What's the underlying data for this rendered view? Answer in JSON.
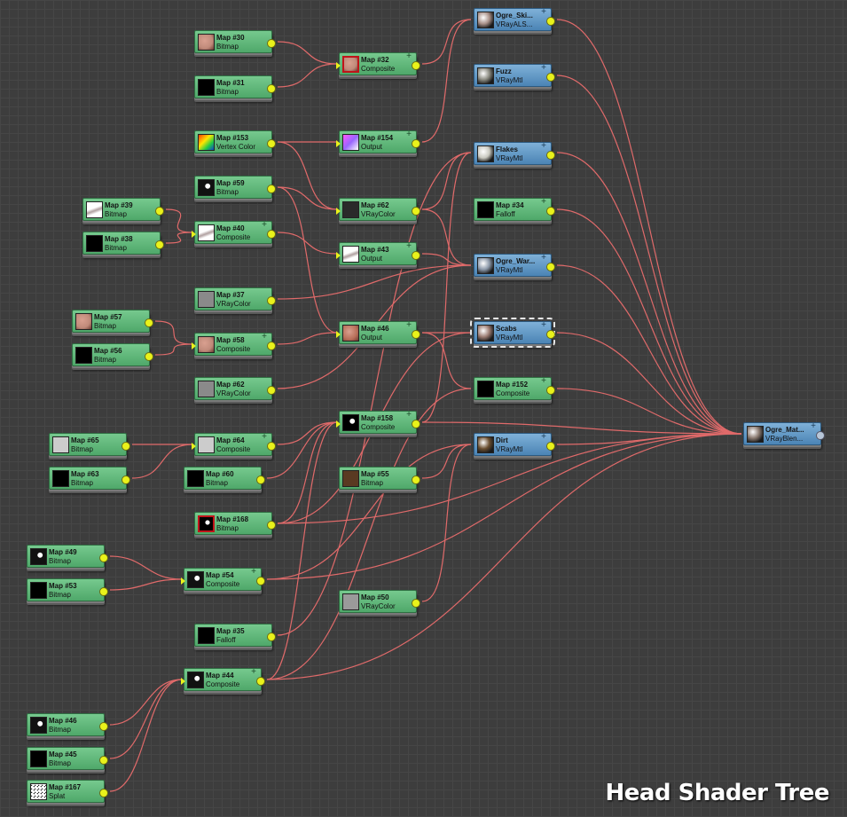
{
  "footer": {
    "title": "Head Shader Tree"
  },
  "colors": {
    "wire": "#e06a6a",
    "port": "#e9f21b",
    "map_node": "#5fb87b",
    "material_node": "#5f96c6"
  },
  "nodes": [
    {
      "id": "ogre_ski",
      "name": "Ogre_Ski...",
      "type": "VRayALS...",
      "kind": "material",
      "thumb": "sphere-skin-icon",
      "thumb_color": "#a89088"
    },
    {
      "id": "fuzz",
      "name": "Fuzz",
      "type": "VRayMtl",
      "kind": "material",
      "thumb": "sphere-grey-icon",
      "thumb_color": "#8a8a80"
    },
    {
      "id": "flakes",
      "name": "Flakes",
      "type": "VRayMtl",
      "kind": "material",
      "thumb": "sphere-white-icon",
      "thumb_color": "#c9c9c0"
    },
    {
      "id": "map34",
      "name": "Map #34",
      "type": "Falloff",
      "kind": "map",
      "thumb": "swatch-black-icon",
      "thumb_color": "#000000"
    },
    {
      "id": "ogre_war",
      "name": "Ogre_War...",
      "type": "VRayMtl",
      "kind": "material",
      "thumb": "sphere-warpaint-icon",
      "thumb_color": "#8a97a8"
    },
    {
      "id": "scabs",
      "name": "Scabs",
      "type": "VRayMtl",
      "kind": "material",
      "thumb": "sphere-scab-icon",
      "thumb_color": "#9a7a70"
    },
    {
      "id": "map152",
      "name": "Map #152",
      "type": "Composite",
      "kind": "map",
      "thumb": "swatch-black-icon",
      "thumb_color": "#000000"
    },
    {
      "id": "dirt",
      "name": "Dirt",
      "type": "VRayMtl",
      "kind": "material",
      "thumb": "sphere-dirt-icon",
      "thumb_color": "#6a4e30"
    },
    {
      "id": "ogre_mat",
      "name": "Ogre_Mat...",
      "type": "VRayBlen...",
      "kind": "material",
      "thumb": "sphere-blend-icon",
      "thumb_color": "#8a7a70"
    },
    {
      "id": "map30",
      "name": "Map #30",
      "type": "Bitmap",
      "kind": "map",
      "thumb": "skin-texture-icon",
      "thumb_color": "#c08a7a"
    },
    {
      "id": "map31",
      "name": "Map #31",
      "type": "Bitmap",
      "kind": "map",
      "thumb": "swatch-black-icon",
      "thumb_color": "#000000"
    },
    {
      "id": "map32",
      "name": "Map #32",
      "type": "Composite",
      "kind": "map",
      "thumb": "skin-texture-icon",
      "thumb_color": "#c08a7a"
    },
    {
      "id": "map153",
      "name": "Map #153",
      "type": "Vertex Color",
      "kind": "map",
      "thumb": "gradient-rgb-icon",
      "thumb_color": "#88cc33"
    },
    {
      "id": "map154",
      "name": "Map #154",
      "type": "Output",
      "kind": "map",
      "thumb": "gradient-magenta-icon",
      "thumb_color": "#cc66ff"
    },
    {
      "id": "map59",
      "name": "Map #59",
      "type": "Bitmap",
      "kind": "map",
      "thumb": "mask-spots-icon",
      "thumb_color": "#111111"
    },
    {
      "id": "map62a",
      "name": "Map #62",
      "type": "VRayColor",
      "kind": "map",
      "thumb": "swatch-dark-icon",
      "thumb_color": "#2a2a2a"
    },
    {
      "id": "map39",
      "name": "Map #39",
      "type": "Bitmap",
      "kind": "map",
      "thumb": "sketch-white-icon",
      "thumb_color": "#eeeeee"
    },
    {
      "id": "map40",
      "name": "Map #40",
      "type": "Composite",
      "kind": "map",
      "thumb": "sketch-white-icon",
      "thumb_color": "#eeeeee"
    },
    {
      "id": "map38",
      "name": "Map #38",
      "type": "Bitmap",
      "kind": "map",
      "thumb": "swatch-black-icon",
      "thumb_color": "#000000"
    },
    {
      "id": "map43",
      "name": "Map #43",
      "type": "Output",
      "kind": "map",
      "thumb": "sketch-white-icon",
      "thumb_color": "#eeeeee"
    },
    {
      "id": "map37",
      "name": "Map #37",
      "type": "VRayColor",
      "kind": "map",
      "thumb": "swatch-grey-icon",
      "thumb_color": "#8a8a8a"
    },
    {
      "id": "map57",
      "name": "Map #57",
      "type": "Bitmap",
      "kind": "map",
      "thumb": "skin-texture-icon",
      "thumb_color": "#c08a7a"
    },
    {
      "id": "map58",
      "name": "Map #58",
      "type": "Composite",
      "kind": "map",
      "thumb": "skin-texture-icon",
      "thumb_color": "#c08a7a"
    },
    {
      "id": "map46a",
      "name": "Map #46",
      "type": "Output",
      "kind": "map",
      "thumb": "skin-texture-icon",
      "thumb_color": "#b8705a"
    },
    {
      "id": "map56",
      "name": "Map #56",
      "type": "Bitmap",
      "kind": "map",
      "thumb": "swatch-black-icon",
      "thumb_color": "#000000"
    },
    {
      "id": "map62b",
      "name": "Map #62",
      "type": "VRayColor",
      "kind": "map",
      "thumb": "swatch-grey-icon",
      "thumb_color": "#8a8a8a"
    },
    {
      "id": "map158",
      "name": "Map #158",
      "type": "Composite",
      "kind": "map",
      "thumb": "mask-stroke-icon",
      "thumb_color": "#000000"
    },
    {
      "id": "map65",
      "name": "Map #65",
      "type": "Bitmap",
      "kind": "map",
      "thumb": "swatch-lightgrey-icon",
      "thumb_color": "#cccccc"
    },
    {
      "id": "map64",
      "name": "Map #64",
      "type": "Composite",
      "kind": "map",
      "thumb": "swatch-lightgrey-icon",
      "thumb_color": "#cccccc"
    },
    {
      "id": "map63",
      "name": "Map #63",
      "type": "Bitmap",
      "kind": "map",
      "thumb": "swatch-black-icon",
      "thumb_color": "#000000"
    },
    {
      "id": "map60",
      "name": "Map #60",
      "type": "Bitmap",
      "kind": "map",
      "thumb": "swatch-black-icon",
      "thumb_color": "#000000"
    },
    {
      "id": "map55",
      "name": "Map #55",
      "type": "Bitmap",
      "kind": "map",
      "thumb": "swatch-brown-icon",
      "thumb_color": "#5a3a22"
    },
    {
      "id": "map168",
      "name": "Map #168",
      "type": "Bitmap",
      "kind": "map",
      "thumb": "mask-speckle-icon",
      "thumb_color": "#000000"
    },
    {
      "id": "map49",
      "name": "Map #49",
      "type": "Bitmap",
      "kind": "map",
      "thumb": "mask-blotch-icon",
      "thumb_color": "#111111"
    },
    {
      "id": "map54",
      "name": "Map #54",
      "type": "Composite",
      "kind": "map",
      "thumb": "mask-blotch-icon",
      "thumb_color": "#111111"
    },
    {
      "id": "map53",
      "name": "Map #53",
      "type": "Bitmap",
      "kind": "map",
      "thumb": "swatch-black-icon",
      "thumb_color": "#000000"
    },
    {
      "id": "map50",
      "name": "Map #50",
      "type": "VRayColor",
      "kind": "map",
      "thumb": "swatch-grey-icon",
      "thumb_color": "#9a9a9a"
    },
    {
      "id": "map35",
      "name": "Map #35",
      "type": "Falloff",
      "kind": "map",
      "thumb": "swatch-black-icon",
      "thumb_color": "#000000"
    },
    {
      "id": "map44",
      "name": "Map #44",
      "type": "Composite",
      "kind": "map",
      "thumb": "mask-blotch-icon",
      "thumb_color": "#111111"
    },
    {
      "id": "map46b",
      "name": "Map #46",
      "type": "Bitmap",
      "kind": "map",
      "thumb": "mask-blotch-icon",
      "thumb_color": "#111111"
    },
    {
      "id": "map45",
      "name": "Map #45",
      "type": "Bitmap",
      "kind": "map",
      "thumb": "swatch-black-icon",
      "thumb_color": "#000000"
    },
    {
      "id": "map167",
      "name": "Map #167",
      "type": "Splat",
      "kind": "map",
      "thumb": "splat-noise-icon",
      "thumb_color": "#dddddd"
    }
  ]
}
